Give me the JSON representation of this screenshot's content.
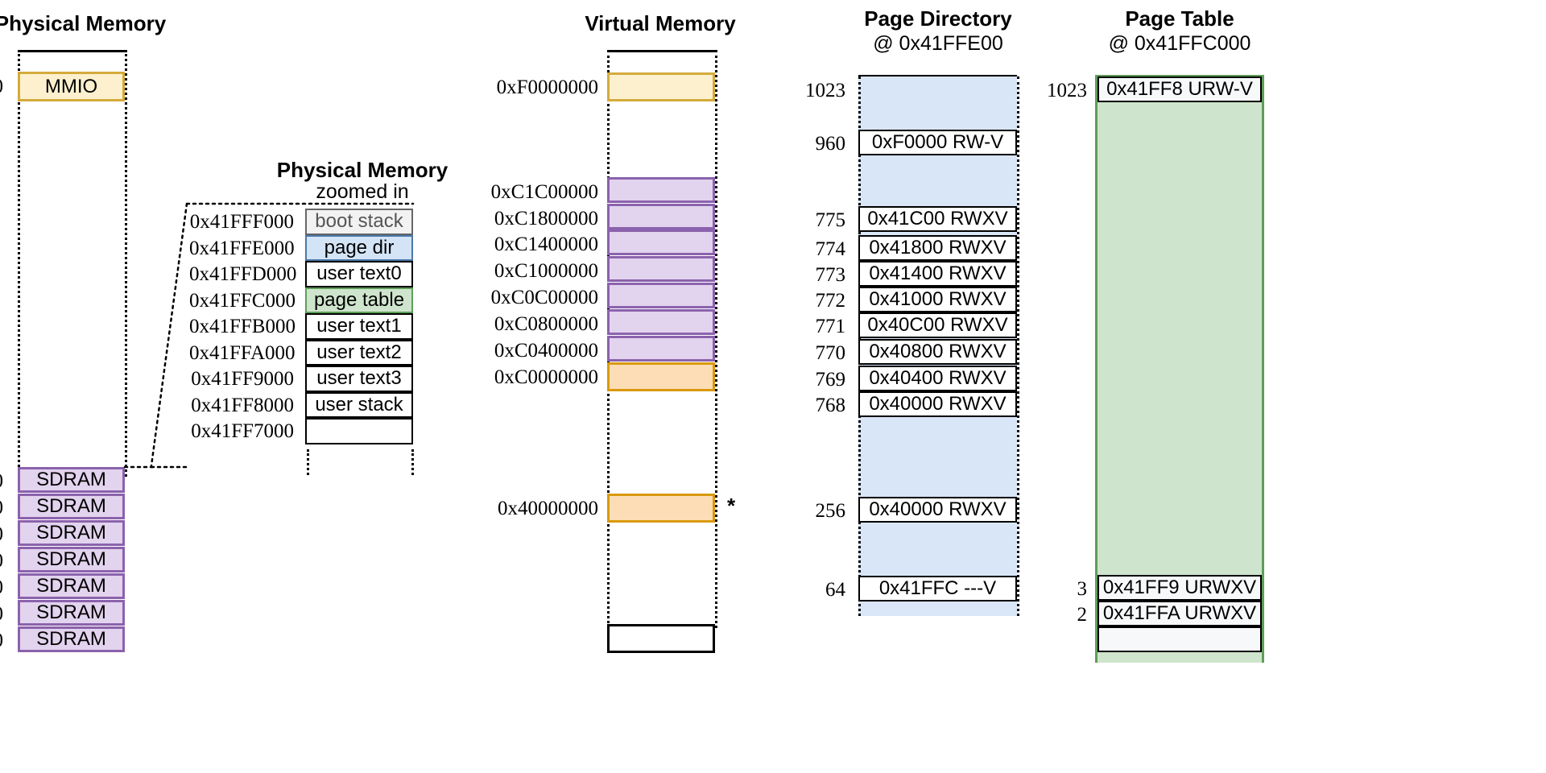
{
  "columns": {
    "physical_memory": {
      "title": "Physical Memory",
      "mmio_label": "MMIO",
      "sdram_label": "SDRAM",
      "sdram_rows": 7
    },
    "physical_zoom": {
      "title": "Physical Memory",
      "subtitle": "zoomed in",
      "rows": [
        {
          "addr": "0x41FFF000",
          "label": "boot stack",
          "fill": "#f2f2f2",
          "border": "#666666",
          "text": "#555555"
        },
        {
          "addr": "0x41FFE000",
          "label": "page dir",
          "fill": "#d4e4f7",
          "border": "#4a78a8",
          "text": "#000000"
        },
        {
          "addr": "0x41FFD000",
          "label": "user text0",
          "fill": "#ffffff",
          "border": "#000000",
          "text": "#000000"
        },
        {
          "addr": "0x41FFC000",
          "label": "page table",
          "fill": "#cfe4cc",
          "border": "#5e9e5a",
          "text": "#000000"
        },
        {
          "addr": "0x41FFB000",
          "label": "user text1",
          "fill": "#ffffff",
          "border": "#000000",
          "text": "#000000"
        },
        {
          "addr": "0x41FFA000",
          "label": "user text2",
          "fill": "#ffffff",
          "border": "#000000",
          "text": "#000000"
        },
        {
          "addr": "0x41FF9000",
          "label": "user text3",
          "fill": "#ffffff",
          "border": "#000000",
          "text": "#000000"
        },
        {
          "addr": "0x41FF8000",
          "label": "user stack",
          "fill": "#ffffff",
          "border": "#000000",
          "text": "#000000"
        },
        {
          "addr": "0x41FF7000",
          "label": "",
          "fill": "#ffffff",
          "border": "#000000",
          "text": "#000000"
        }
      ]
    },
    "virtual_memory": {
      "title": "Virtual Memory",
      "marker": "*",
      "rows": [
        {
          "addr": "0xF0000000",
          "fill": "#fdf0ce",
          "border": "#d4ab3c"
        },
        {
          "addr": "0xC1C00000",
          "fill": "#e2d3ee",
          "border": "#8b62ad"
        },
        {
          "addr": "0xC1800000",
          "fill": "#e2d3ee",
          "border": "#8b62ad"
        },
        {
          "addr": "0xC1400000",
          "fill": "#e2d3ee",
          "border": "#8b62ad"
        },
        {
          "addr": "0xC1000000",
          "fill": "#e2d3ee",
          "border": "#8b62ad"
        },
        {
          "addr": "0xC0C00000",
          "fill": "#e2d3ee",
          "border": "#8b62ad"
        },
        {
          "addr": "0xC0800000",
          "fill": "#e2d3ee",
          "border": "#8b62ad"
        },
        {
          "addr": "0xC0400000",
          "fill": "#e2d3ee",
          "border": "#8b62ad"
        },
        {
          "addr": "0xC0000000",
          "fill": "#fdddb6",
          "border": "#d99a0b"
        },
        {
          "addr": "0x40000000",
          "fill": "#fdddb6",
          "border": "#d99a0b"
        }
      ]
    },
    "page_directory": {
      "title": "Page Directory",
      "subtitle": "@ 0x41FFE00",
      "entries": [
        {
          "index": "1023",
          "value": ""
        },
        {
          "index": "960",
          "value": "0xF0000 RW-V"
        },
        {
          "index": "775",
          "value": "0x41C00 RWXV"
        },
        {
          "index": "774",
          "value": "0x41800 RWXV"
        },
        {
          "index": "773",
          "value": "0x41400 RWXV"
        },
        {
          "index": "772",
          "value": "0x41000 RWXV"
        },
        {
          "index": "771",
          "value": "0x40C00 RWXV"
        },
        {
          "index": "770",
          "value": "0x40800 RWXV"
        },
        {
          "index": "769",
          "value": "0x40400 RWXV"
        },
        {
          "index": "768",
          "value": "0x40000 RWXV"
        },
        {
          "index": "256",
          "value": "0x40000 RWXV"
        },
        {
          "index": "64",
          "value": "0x41FFC ---V"
        }
      ],
      "fill": "#d9e6f7"
    },
    "page_table": {
      "title": "Page Table",
      "subtitle": "@ 0x41FFC000",
      "entries": [
        {
          "index": "1023",
          "value": "0x41FF8 URW-V"
        },
        {
          "index": "3",
          "value": "0x41FF9 URWXV"
        },
        {
          "index": "2",
          "value": "0x41FFA URWXV"
        }
      ],
      "fill": "#cfe4cc"
    }
  },
  "colors": {
    "mmio_fill": "#fdf0ce",
    "mmio_border": "#d4ab3c",
    "sdram_fill": "#e2d3ee",
    "sdram_border": "#8b62ad",
    "pagedir_fill": "#d9e6f7",
    "pagetable_fill": "#cfe4cc",
    "pagetable_border": "#5e9e5a",
    "orange_fill": "#fdddb6",
    "orange_border": "#d99a0b"
  }
}
